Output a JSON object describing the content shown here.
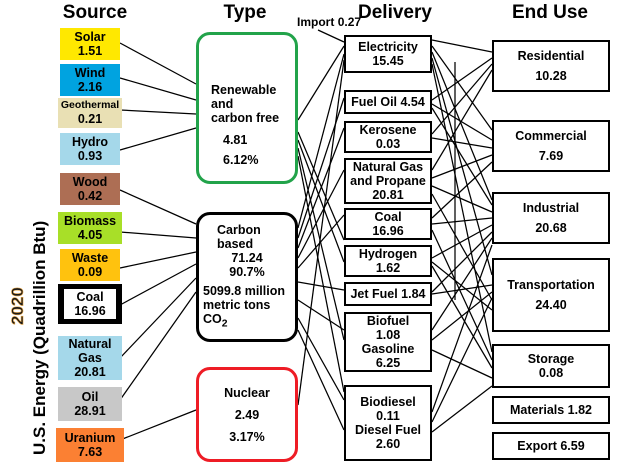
{
  "title_axis": {
    "year": "2020",
    "units": "U.S. Energy (Quadrillion Btu)"
  },
  "headers": [
    {
      "id": "source",
      "label": "Source"
    },
    {
      "id": "type",
      "label": "Type"
    },
    {
      "id": "delivery",
      "label": "Delivery"
    },
    {
      "id": "enduse",
      "label": "End Use"
    }
  ],
  "import": {
    "label": "Import",
    "value": "0.27"
  },
  "chart_data": {
    "type": [
      {
        "name": "Renewable and carbon free",
        "value": 4.81,
        "percent": "6.12%",
        "color": "#22a34a"
      },
      {
        "name": "Carbon based",
        "value": 71.24,
        "percent": "90.7%",
        "note": "5099.8 million metric tons CO2",
        "color": "#000000"
      },
      {
        "name": "Nuclear",
        "value": 2.49,
        "percent": "3.17%",
        "color": "#ee1c25"
      }
    ],
    "title": "2020 U.S. Energy (Quadrillion Btu)",
    "units": "Quadrillion Btu",
    "columns": [
      "Source",
      "Type",
      "Delivery",
      "End Use"
    ],
    "source": [
      {
        "name": "Solar",
        "value": 1.51,
        "color": "#ffe800"
      },
      {
        "name": "Wind",
        "value": 2.16,
        "color": "#00a3e0"
      },
      {
        "name": "Geothermal",
        "value": 0.21,
        "color": "#e9e0b4"
      },
      {
        "name": "Hydro",
        "value": 0.93,
        "color": "#a5d8ea"
      },
      {
        "name": "Wood",
        "value": 0.42,
        "color": "#ad6e54"
      },
      {
        "name": "Biomass",
        "value": 4.05,
        "color": "#a8df28"
      },
      {
        "name": "Waste",
        "value": 0.09,
        "color": "#ffc20e"
      },
      {
        "name": "Coal",
        "value": 16.96,
        "color": "#000000"
      },
      {
        "name": "Natural Gas",
        "value": 20.81,
        "color": "#a5d8ea"
      },
      {
        "name": "Oil",
        "value": 28.91,
        "color": "#c8c8c8"
      },
      {
        "name": "Uranium",
        "value": 7.63,
        "color": "#fb8033"
      }
    ],
    "delivery": [
      {
        "name": "Electricity",
        "value": 15.45
      },
      {
        "name": "Fuel Oil",
        "value": 4.54
      },
      {
        "name": "Kerosene",
        "value": 0.03
      },
      {
        "name": "Natural Gas and Propane",
        "value": 20.81
      },
      {
        "name": "Coal",
        "value": 16.96
      },
      {
        "name": "Hydrogen",
        "value": 1.62
      },
      {
        "name": "Jet Fuel",
        "value": 1.84
      },
      {
        "name": "Biofuel",
        "value": 1.08,
        "name2": "Gasoline",
        "value2": 6.25
      },
      {
        "name": "Biodiesel",
        "value": 0.11,
        "name2": "Diesel Fuel",
        "value2": 2.6
      }
    ],
    "end_use": [
      {
        "name": "Residential",
        "value": 10.28
      },
      {
        "name": "Commercial",
        "value": 7.69
      },
      {
        "name": "Industrial",
        "value": 20.68
      },
      {
        "name": "Transportation",
        "value": 24.4
      },
      {
        "name": "Storage",
        "value": 0.08
      },
      {
        "name": "Materials",
        "value": 1.82
      },
      {
        "name": "Export",
        "value": 6.59
      }
    ],
    "import_flow": {
      "name": "Import",
      "value": 0.27
    }
  },
  "source_nodes": [
    {
      "name": "Solar",
      "value": "1.51"
    },
    {
      "name": "Wind",
      "value": "2.16"
    },
    {
      "name": "Geothermal",
      "value": "0.21"
    },
    {
      "name": "Hydro",
      "value": "0.93"
    },
    {
      "name": "Wood",
      "value": "0.42"
    },
    {
      "name": "Biomass",
      "value": "4.05"
    },
    {
      "name": "Waste",
      "value": "0.09"
    },
    {
      "name": "Coal",
      "value": "16.96"
    },
    {
      "name": "NaturalGas1",
      "name2": "Gas",
      "value": "20.81"
    },
    {
      "name": "Oil",
      "value": "28.91"
    },
    {
      "name": "Uranium",
      "value": "7.63"
    }
  ],
  "type_nodes": {
    "renewable": {
      "l1": "Renewable",
      "l2": "and",
      "l3": "carbon free",
      "value": "4.81",
      "percent": "6.12%"
    },
    "carbon": {
      "l1": "Carbon",
      "l2": "based",
      "value": "71.24",
      "percent": "90.7%",
      "n1": "5099.8 million",
      "n2": "metric tons",
      "n3": "CO",
      "n3sub": "2"
    },
    "nuclear": {
      "l1": "Nuclear",
      "value": "2.49",
      "percent": "3.17%"
    }
  },
  "delivery_nodes": [
    {
      "l1": "Electricity",
      "l2": "15.45"
    },
    {
      "l1": "Fuel Oil 4.54"
    },
    {
      "l1": "Kerosene",
      "l2": "0.03"
    },
    {
      "l1": "Natural Gas",
      "l2": "and Propane",
      "l3": "20.81"
    },
    {
      "l1": "Coal",
      "l2": "16.96"
    },
    {
      "l1": "Hydrogen",
      "l2": "1.62"
    },
    {
      "l1": "Jet Fuel 1.84"
    },
    {
      "l1": "Biofuel",
      "l2": "1.08",
      "l3": "Gasoline",
      "l4": "6.25"
    },
    {
      "l1": "Biodiesel",
      "l2": "0.11",
      "l3": "Diesel Fuel",
      "l4": "2.60"
    }
  ],
  "end_nodes": [
    {
      "l1": "Residential",
      "l2": "10.28"
    },
    {
      "l1": "Commercial",
      "l2": "7.69"
    },
    {
      "l1": "Industrial",
      "l2": "20.68"
    },
    {
      "l1": "Transportation",
      "l2": "24.40"
    },
    {
      "l1": "Storage",
      "l2": "0.08"
    },
    {
      "l1": "Materials  1.82"
    },
    {
      "l1": "Export   6.59"
    }
  ]
}
